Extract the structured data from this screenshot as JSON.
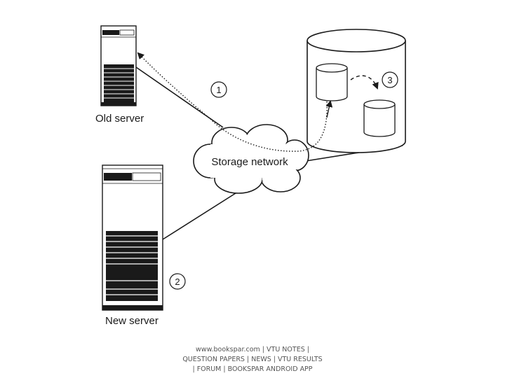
{
  "diagram": {
    "old_server_label": "Old server",
    "new_server_label": "New server",
    "network_label": "Storage network",
    "steps": [
      "1",
      "2",
      "3"
    ]
  },
  "footer": {
    "line1": "www.bookspar.com | VTU NOTES |",
    "line2": "QUESTION PAPERS | NEWS | VTU RESULTS",
    "line3": "| FORUM | BOOKSPAR ANDROID APP"
  },
  "colors": {
    "ink": "#1a1a1a",
    "footer": "#555555",
    "background": "#ffffff"
  }
}
